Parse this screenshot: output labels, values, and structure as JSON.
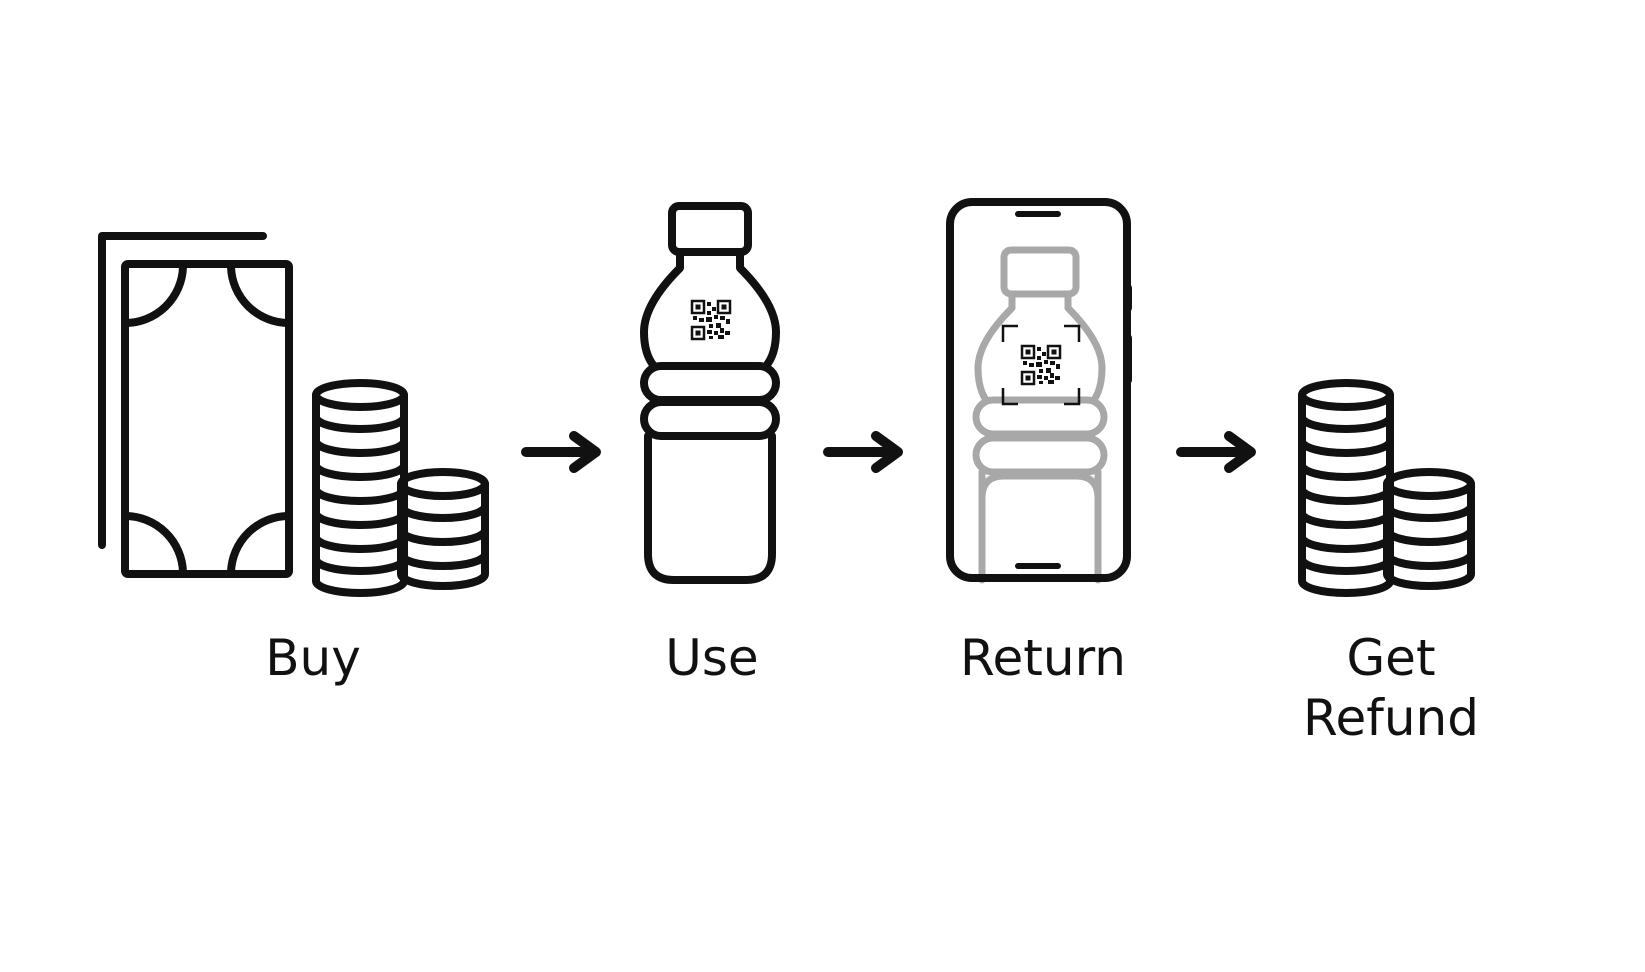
{
  "colors": {
    "ink": "#111111",
    "ghost": "#a8a8a8",
    "background": "#ffffff"
  },
  "steps": [
    {
      "label": "Buy",
      "icon": "cash-and-coins-icon"
    },
    {
      "label": "Use",
      "icon": "bottle-with-qr-code-icon"
    },
    {
      "label": "Return",
      "icon": "phone-scanning-bottle-icon"
    },
    {
      "label_line1": "Get",
      "label_line2": "Refund",
      "icon": "coin-stacks-icon"
    }
  ],
  "arrows": [
    "right-arrow-icon",
    "right-arrow-icon",
    "right-arrow-icon"
  ]
}
